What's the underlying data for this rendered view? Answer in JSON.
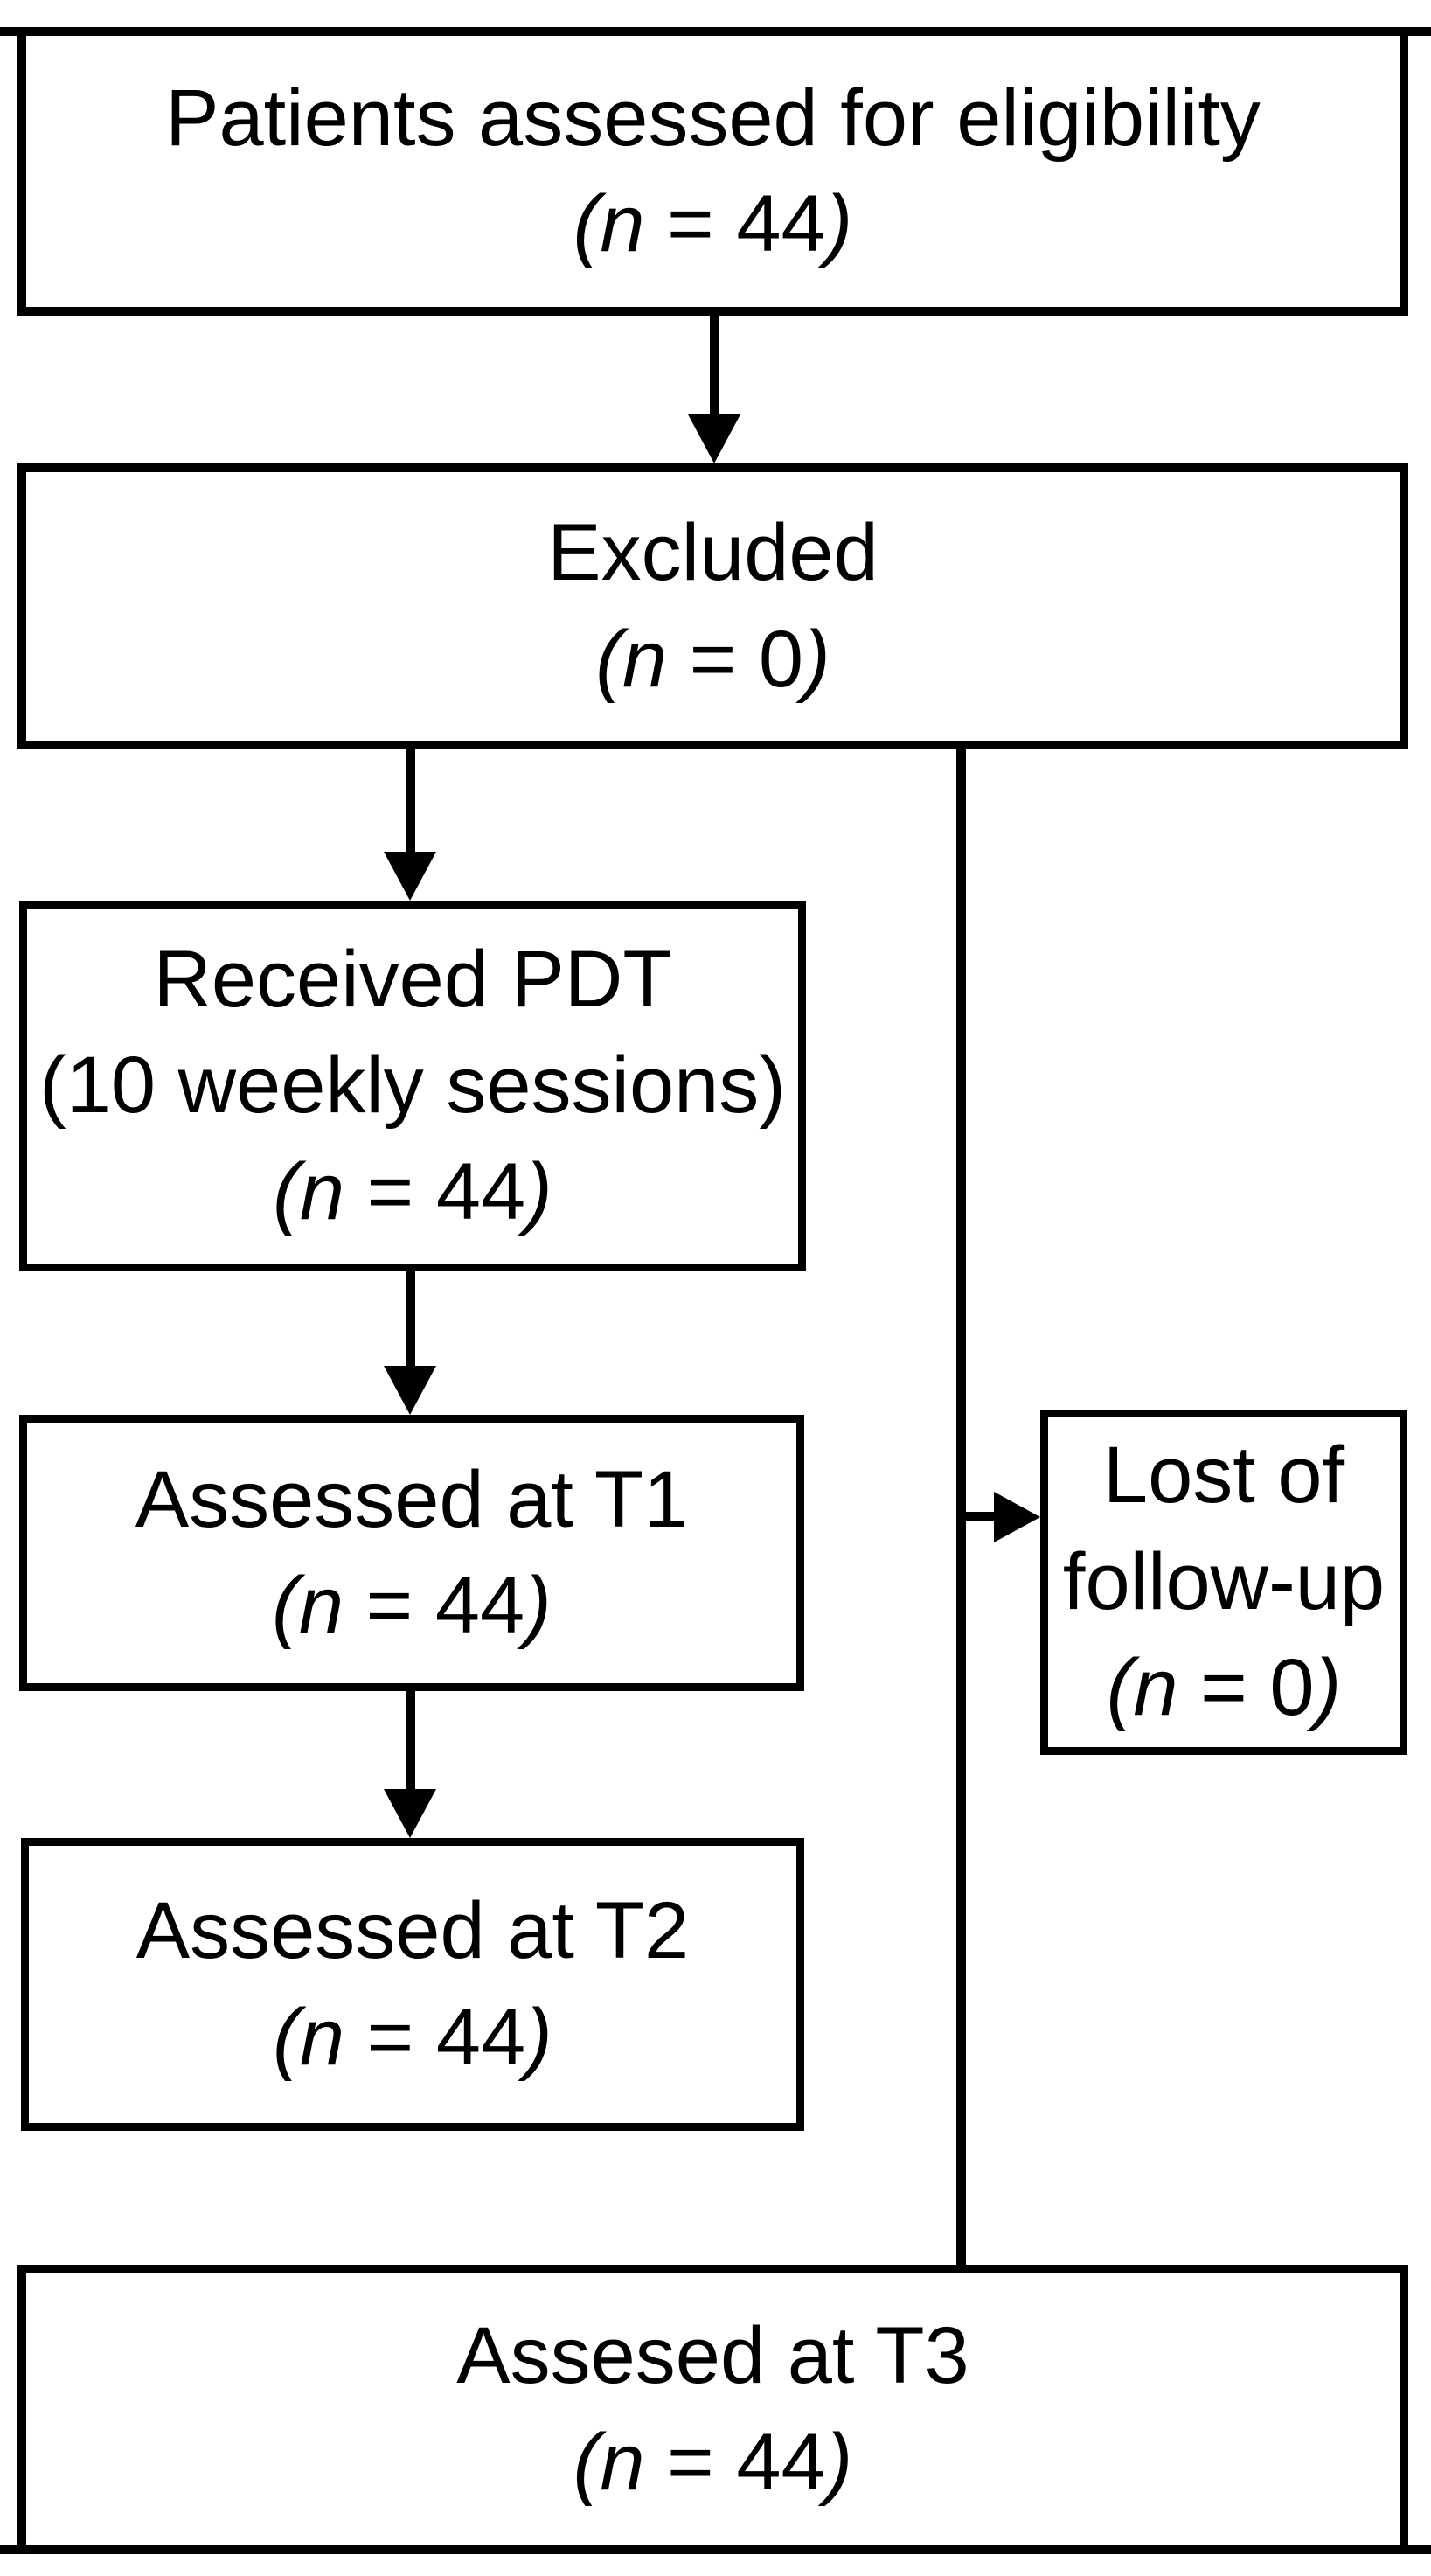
{
  "figure": {
    "background": "#ffffff",
    "stroke": "#000000"
  },
  "boxes": {
    "eligibility": {
      "title": "Patients assessed for eligibility",
      "n_line": {
        "pre": "(",
        "var": "n",
        "mid": " = 44",
        "close": ")"
      }
    },
    "excluded": {
      "title": "Excluded",
      "n_line": {
        "pre": "(",
        "var": "n",
        "mid": " = 0",
        "close": ")"
      }
    },
    "received_pdt": {
      "title": "Received PDT",
      "subtitle": "(10 weekly sessions)",
      "n_line": {
        "pre": "(",
        "var": "n",
        "mid": " = 44",
        "close": ")"
      }
    },
    "assessed_t1": {
      "title": "Assessed at T1",
      "n_line": {
        "pre": "(",
        "var": "n",
        "mid": " = 44",
        "close": ")"
      }
    },
    "assessed_t2": {
      "title": "Assessed at T2",
      "n_line": {
        "pre": "(",
        "var": "n",
        "mid": " = 44",
        "close": ")"
      }
    },
    "lost_followup": {
      "title_line1": "Lost of",
      "title_line2": "follow-up",
      "n_line": {
        "pre": "(",
        "var": "n",
        "mid": " = 0",
        "close": ")"
      }
    },
    "assessed_t3": {
      "title": "Assesed at T3",
      "n_line": {
        "pre": "(",
        "var": "n",
        "mid": " = 44",
        "close": ")"
      }
    }
  }
}
